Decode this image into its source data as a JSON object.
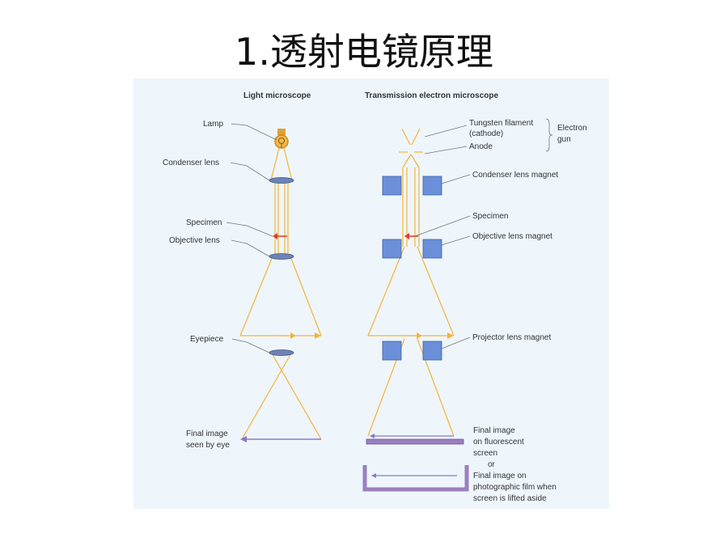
{
  "title": "1.透射电镜原理",
  "figure": {
    "light": {
      "heading": "Light microscope",
      "lamp": "Lamp",
      "condenser": "Condenser lens",
      "specimen": "Specimen",
      "objective": "Objective lens",
      "eyepiece": "Eyepiece",
      "final_1": "Final image",
      "final_2": "seen by eye"
    },
    "tem": {
      "heading": "Transmission electron microscope",
      "filament_1": "Tungsten filament",
      "filament_2": "(cathode)",
      "anode": "Anode",
      "gun_1": "Electron",
      "gun_2": "gun",
      "condenser": "Condenser lens magnet",
      "specimen": "Specimen",
      "objective": "Objective lens magnet",
      "projector": "Projector lens magnet",
      "final_1": "Final image",
      "final_2": "on fluorescent",
      "final_3": "screen",
      "or": "or",
      "film_1": "Final image on",
      "film_2": "photographic film when",
      "film_3": "screen is lifted aside"
    },
    "colors": {
      "ray": "#f5b33a",
      "specimen_arrow": "#e23a2a",
      "lens": "#6d83b8",
      "magnet": "#6b8fd8",
      "screen": "#9b7fc0",
      "leader": "#777777"
    }
  }
}
